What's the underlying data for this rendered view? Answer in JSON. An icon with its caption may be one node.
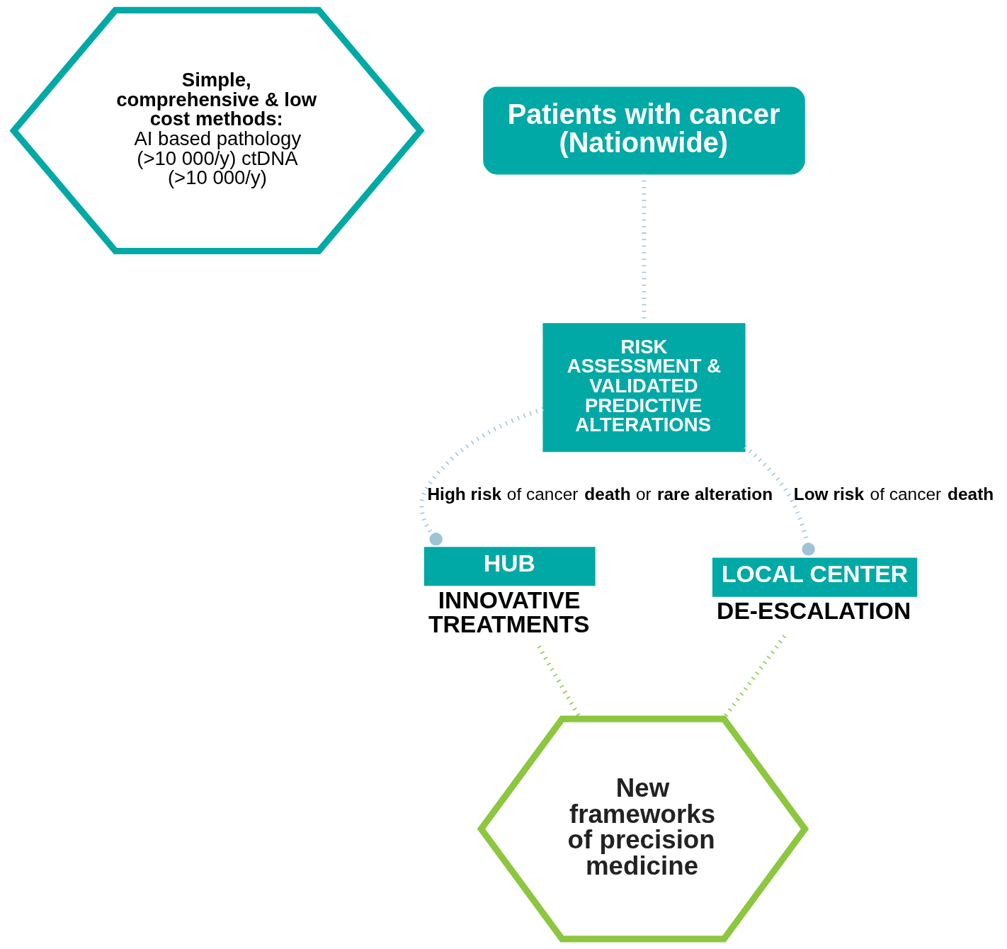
{
  "diagram": {
    "nodes": [
      {
        "text": [
          "Patients with cancer (Nationwide)"
        ]
      },
      {
        "text": [
          "Simple, comprehensive & low cost methods:",
          "AI based pathology (>10 000/y) ctDNA (>10 000/y)"
        ]
      },
      {
        "text": [
          "RISK ASSESSMENT & VALIDATED PREDICTIVE ALTERATIONS"
        ]
      },
      {
        "text": [
          "HUB"
        ],
        "beside": [
          "INNOVATIVE TREATMENTS"
        ]
      },
      {
        "text": [
          "LOCAL CENTER"
        ],
        "beside": [
          "DE-ESCALATION"
        ]
      },
      {
        "text": [
          "New frameworks of precision medicine"
        ]
      }
    ],
    "edges": [
      {
        "from": 0,
        "to": 2,
        "arrow": "none",
        "style": "dashed"
      },
      {
        "from": 2,
        "to": 3,
        "arrow": "other",
        "style": "dashed",
        "label": "**High risk** of cancer **death** or **rare alteration**"
      },
      {
        "from": 2,
        "to": 4,
        "arrow": "other",
        "style": "dashed",
        "label": "**Low risk** of cancer **death**"
      },
      {
        "from": 3,
        "to": 5,
        "arrow": "none",
        "style": "dashed",
        "color": "#8dc63f"
      },
      {
        "from": 4,
        "to": 5,
        "arrow": "none",
        "style": "dashed",
        "color": "#8dc63f"
      }
    ]
  }
}
